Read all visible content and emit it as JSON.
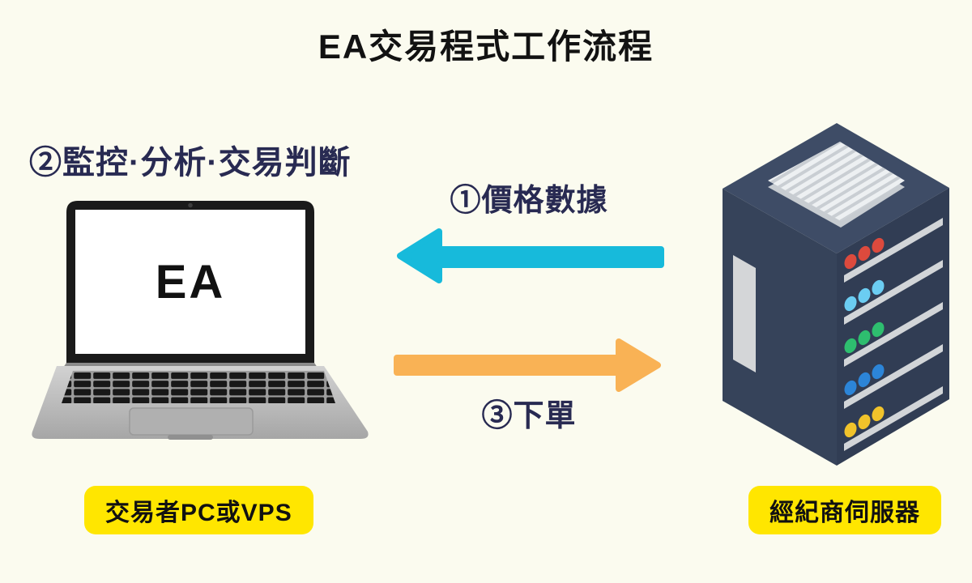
{
  "title": "EA交易程式工作流程",
  "laptop": {
    "screen_label": "EA",
    "step_label": "②監控·分析·交易判斷",
    "caption": "交易者PC或VPS"
  },
  "server": {
    "caption": "經紀商伺服器"
  },
  "flows": [
    {
      "step": "①",
      "label": "①價格數據",
      "direction": "server-to-laptop",
      "color": "#17badb"
    },
    {
      "step": "③",
      "label": "③下單",
      "direction": "laptop-to-server",
      "color": "#f9b255"
    }
  ],
  "colors": {
    "background": "#fbfbef",
    "title-text": "#121212",
    "label-navy": "#282a52",
    "arrow-cyan": "#17badb",
    "arrow-orange": "#f9b255",
    "badge-yellow": "#ffe600",
    "badge-text": "#111111",
    "server-body": "#38455e",
    "led-red": "#dc4a3d",
    "led-lightblue": "#6bcdf2",
    "led-green": "#2ebe6f",
    "led-blue": "#2c85d8",
    "led-yellow": "#f1c32b"
  }
}
